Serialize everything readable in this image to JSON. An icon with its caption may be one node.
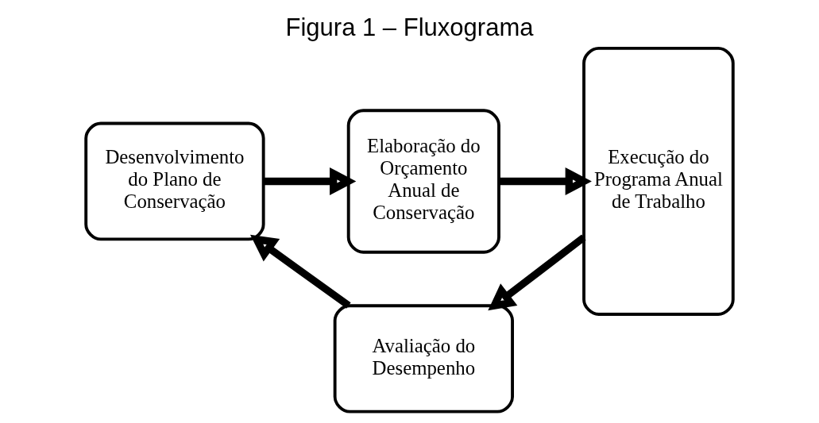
{
  "diagram": {
    "title": "Figura 1 – Fluxograma",
    "nodes": [
      {
        "text": [
          "Desenvolvimento do Plano de Conservação"
        ]
      },
      {
        "text": [
          "Elaboração do Orçamento Anual de Conservação"
        ]
      },
      {
        "text": [
          "Execução do Programa Anual de Trabalho"
        ]
      },
      {
        "text": [
          "Avaliação do Desempenho"
        ]
      }
    ],
    "edges": [
      {
        "from": 0,
        "to": 1,
        "arrow": "to"
      },
      {
        "from": 1,
        "to": 2,
        "arrow": "to"
      },
      {
        "from": 2,
        "to": 3,
        "arrow": "to"
      },
      {
        "from": 3,
        "to": 0,
        "arrow": "to"
      }
    ]
  }
}
